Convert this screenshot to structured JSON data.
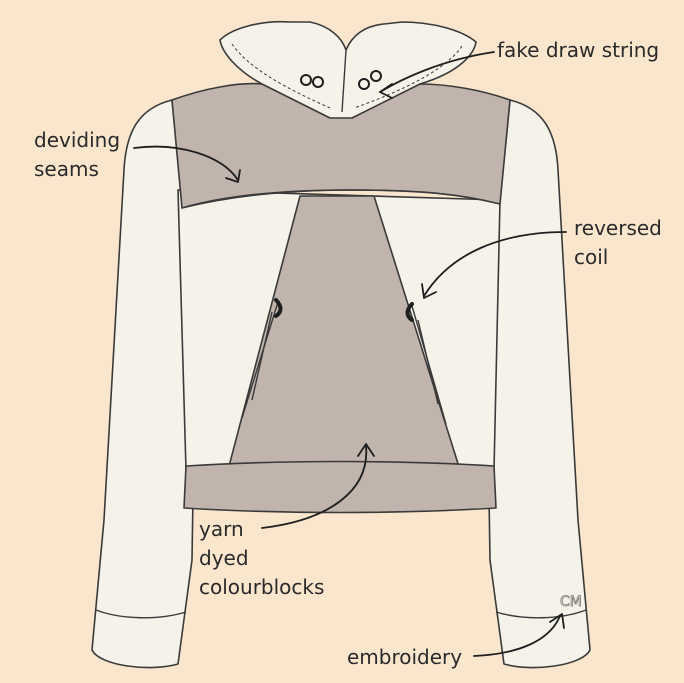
{
  "background_color": "#f9e6cd",
  "garment_colors": {
    "cream": "#f5f2ea",
    "taupe": "#c0b4ad",
    "outline": "#3a3a3a"
  },
  "annotations": {
    "fake_draw_string": [
      "fake draw string"
    ],
    "dividing_seams": [
      "deviding",
      "seams"
    ],
    "reversed_coil": [
      "reversed",
      "coil"
    ],
    "yarn_dyed": [
      "yarn",
      "dyed",
      "colourblocks"
    ],
    "embroidery": [
      "embroidery"
    ]
  },
  "monogram": "CM"
}
